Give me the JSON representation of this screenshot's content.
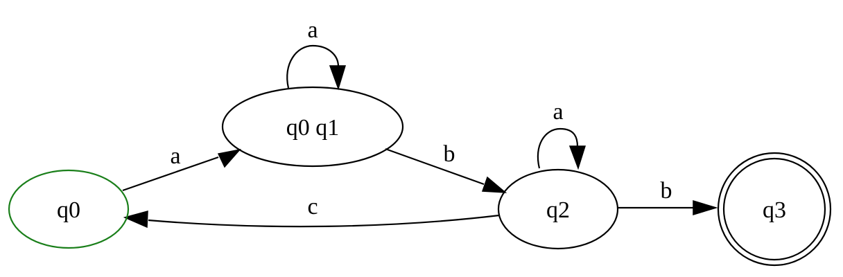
{
  "states": [
    {
      "id": "q0",
      "label": "q0",
      "color": "#1a7f1a",
      "kind": "start"
    },
    {
      "id": "q0q1",
      "label": "q0 q1",
      "color": "#000000",
      "kind": "normal"
    },
    {
      "id": "q2",
      "label": "q2",
      "color": "#000000",
      "kind": "normal"
    },
    {
      "id": "q3",
      "label": "q3",
      "color": "#000000",
      "kind": "accept"
    }
  ],
  "transitions": [
    {
      "from": "q0",
      "to": "q0 q1",
      "label": "a"
    },
    {
      "from": "q0 q1",
      "to": "q0 q1",
      "label": "a"
    },
    {
      "from": "q0 q1",
      "to": "q2",
      "label": "b"
    },
    {
      "from": "q2",
      "to": "q2",
      "label": "a"
    },
    {
      "from": "q2",
      "to": "q3",
      "label": "b"
    },
    {
      "from": "q2",
      "to": "q0",
      "label": "c"
    }
  ]
}
